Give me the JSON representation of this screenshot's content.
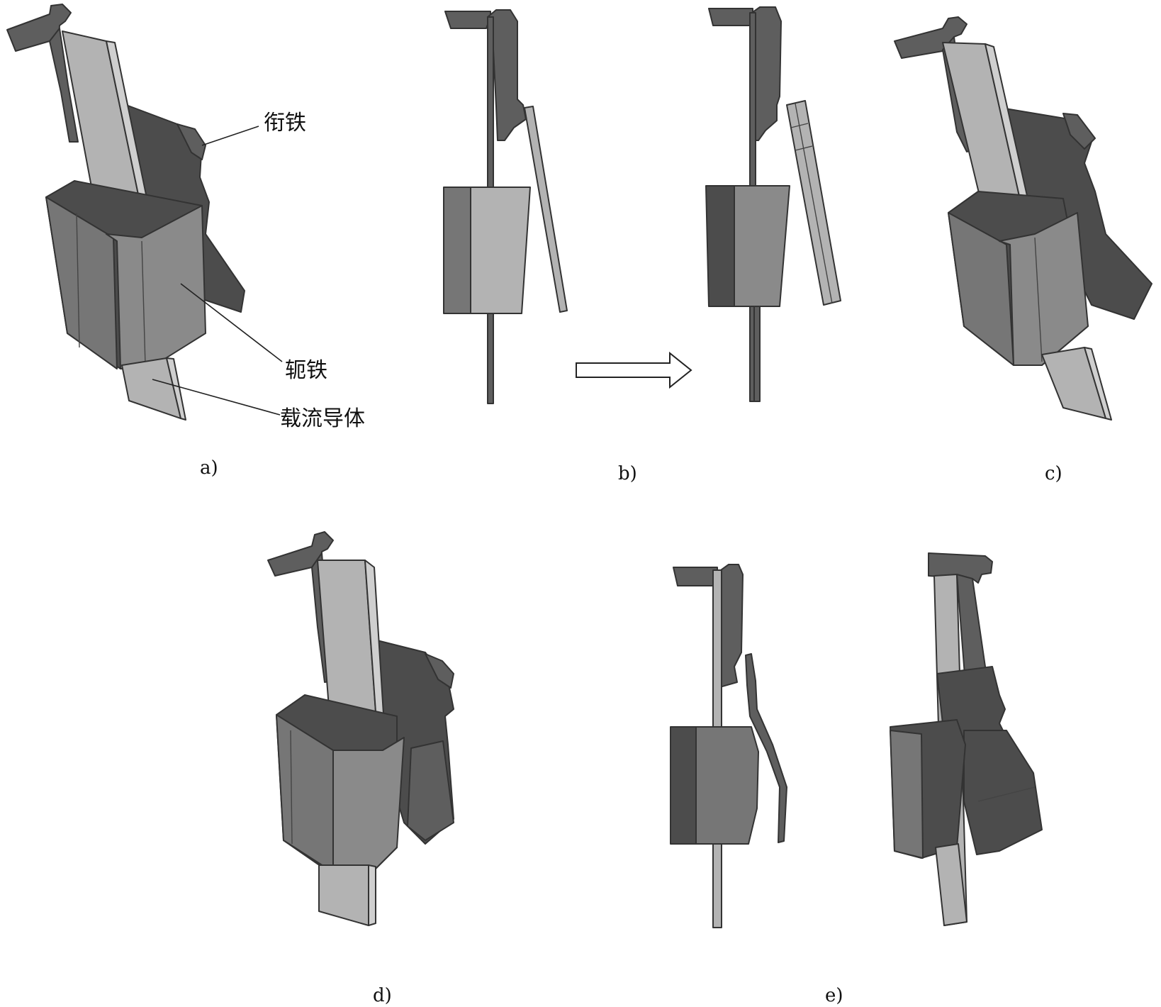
{
  "figure": {
    "panels": [
      {
        "id": "a",
        "caption": "a)"
      },
      {
        "id": "b",
        "caption": "b)"
      },
      {
        "id": "c",
        "caption": "c)"
      },
      {
        "id": "d",
        "caption": "d)"
      },
      {
        "id": "e",
        "caption": "e)"
      }
    ],
    "labels": {
      "armature": "衔铁",
      "yoke": "轭铁",
      "conductor": "载流导体"
    },
    "colors": {
      "dark_gray": "#5e5e5e",
      "mid_gray": "#767676",
      "light_gray": "#b3b3b3",
      "outline": "#333333"
    }
  }
}
